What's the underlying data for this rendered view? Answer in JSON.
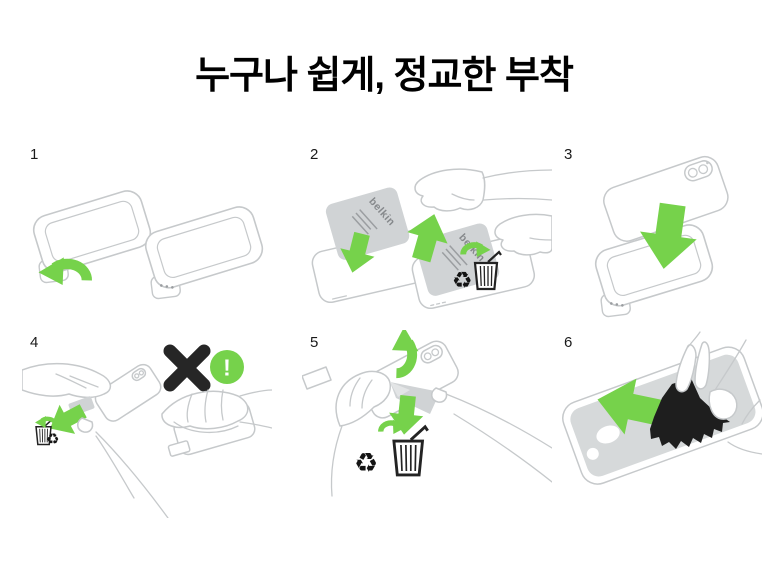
{
  "page": {
    "title": "누구나 쉽게, 정교한 부착",
    "background": "#ffffff"
  },
  "colors": {
    "accent_green": "#76d24b",
    "line_gray": "#c6c9cb",
    "film_gray": "#d0d3d5",
    "ink_dark": "#232323"
  },
  "brand": {
    "film_label": "belkin"
  },
  "icons": {
    "recycle": "♻",
    "exclamation": "!"
  },
  "steps": [
    {
      "number": "1"
    },
    {
      "number": "2"
    },
    {
      "number": "3"
    },
    {
      "number": "4"
    },
    {
      "number": "5"
    },
    {
      "number": "6"
    }
  ]
}
